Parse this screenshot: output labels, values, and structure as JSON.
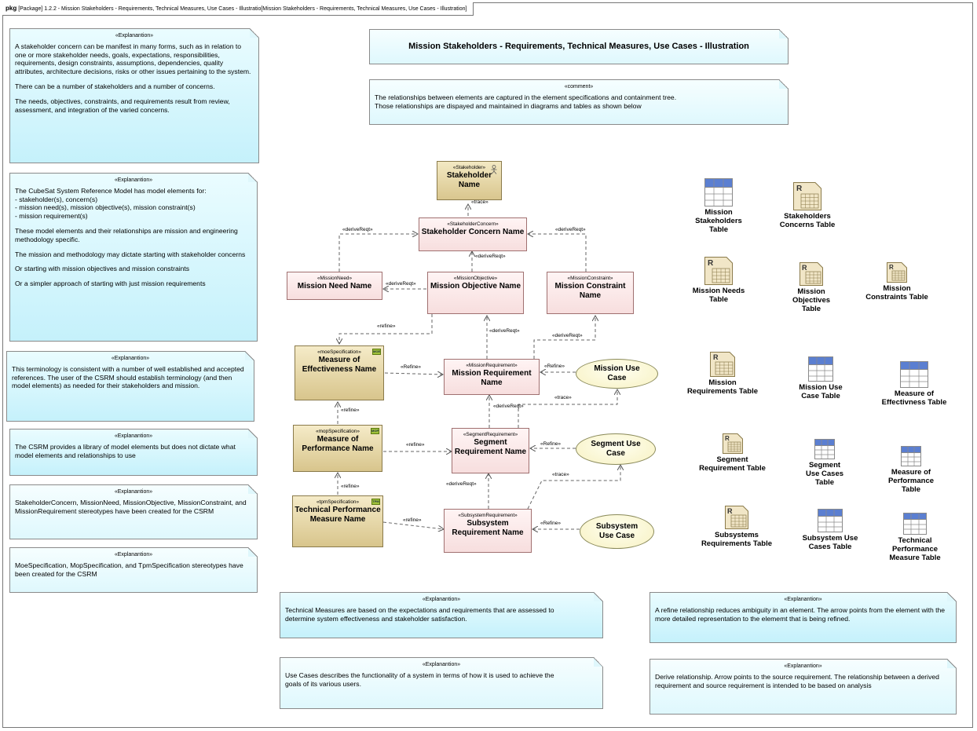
{
  "frame": {
    "kind": "pkg",
    "header": "[Package] 1.2.2 - Mission Stakeholders - Requirements, Technical Measures, Use Cases - Illustratio[Mission Stakeholders - Requirements, Technical Measures, Use Cases - Illustration]"
  },
  "title_note": "Mission Stakeholders - Requirements, Technical Measures, Use Cases - Illustration",
  "comment_note": {
    "stereotype": "«comment»",
    "line1": "The relationships between elements are captured in the element specifications and containment tree.",
    "line2": "Those relationships are dispayed and maintained in diagrams and tables as shown below"
  },
  "notes": {
    "n1": {
      "stereotype": "«Explanantion»",
      "p1": "A stakeholder concern can be manifest in many forms, such as in relation to one or more stakeholder needs, goals, expectations, responsibilities, requirements, design constraints, assumptions, dependencies, quality attributes, architecture decisions, risks or other issues pertaining to the system.",
      "p2": "There can be a number of stakeholders and a number of concerns.",
      "p3": "The needs, objectives, constraints, and requirements result from review, assessment, and integration of the varied concerns."
    },
    "n2": {
      "stereotype": "«Explanantion»",
      "p1": "The CubeSat System Reference Model has model elements for:",
      "b1": " - stakeholder(s), concern(s)",
      "b2": " - mission need(s), mission objective(s), mission constraint(s)",
      "b3": " - mission requirement(s)",
      "p2": "These model elements and their relationships are mission and engineering methodology specific.",
      "p3": "The mission and methodology may dictate starting with stakeholder concerns",
      "p4": "Or starting with mission objectives and mission constraints",
      "p5": "Or a simpler approach of starting with just mission requirements"
    },
    "n3": {
      "stereotype": "«Explanantion»",
      "p1": "This terminology is consistent with a number of well established and accepted references.  The user of the CSRM should establish terminology (and then model elements) as needed for their stakeholders and mission."
    },
    "n4": {
      "stereotype": "«Explanantion»",
      "p1": "The CSRM provides a library of model elements but does not dictate what model elements and relationships to use"
    },
    "n5": {
      "stereotype": "«Explanantion»",
      "p1": "StakeholderConcern, MissionNeed, MissionObjective, MissionConstraint, and MissionRequirement stereotypes have been created for the CSRM"
    },
    "n6": {
      "stereotype": "«Explanantion»",
      "p1": "MoeSpecification, MopSpecification, and TpmSpecification stereotypes have been created for the CSRM"
    },
    "n7": {
      "stereotype": "«Explanantion»",
      "p1": "Technical Measures are based on the expectations and requirements that are assessed to determine system effectiveness and stakeholder satisfaction."
    },
    "n8": {
      "stereotype": "«Explanantion»",
      "p1": "Use Cases describes the functionality of a system in terms of how it is used to achieve the goals of its various users."
    },
    "n9": {
      "stereotype": "«Explanantion»",
      "p1": "A refine relationship reduces ambiguity in an element.  The arrow points from the  element with the more detailed representation to the elememt that is being refined."
    },
    "n10": {
      "stereotype": "«Explanantion»",
      "p1": "Derive relationship.  Arrow points to the source requirement.  The relationship between a derived requirement and source requirement is intended to be based on analysis"
    }
  },
  "blocks": {
    "stakeholder": {
      "stereotype": "«Stakeholder»",
      "name": "Stakeholder Name"
    },
    "concern": {
      "stereotype": "«StakeholderConcern»",
      "name": "Stakeholder Concern Name"
    },
    "need": {
      "stereotype": "«MissionNeed»",
      "name": "Mission Need Name"
    },
    "objective": {
      "stereotype": "«MissionObjective»",
      "name": "Mission Objective Name"
    },
    "constraint": {
      "stereotype": "«MissionConstraint»",
      "name": "Mission Constraint Name"
    },
    "moe": {
      "stereotype": "«moeSpecification»",
      "name": "Measure of Effectiveness Name",
      "badge": "MOE"
    },
    "mission_req": {
      "stereotype": "«MissionRequirement»",
      "name": "Mission Requirement Name"
    },
    "mop": {
      "stereotype": "«mopSpecification»",
      "name": "Measure of Performance Name",
      "badge": "MOP"
    },
    "segment_req": {
      "stereotype": "«SegmentRequirement»",
      "name": "Segment Requirement Name"
    },
    "tpm": {
      "stereotype": "«tpmSpecification»",
      "name": "Technical Performance Measure Name",
      "badge": "TPM"
    },
    "subsystem_req": {
      "stereotype": "«SubsystemRequirement»",
      "name": "Subsystem Requirement Name"
    }
  },
  "use_cases": {
    "mission": "Mission Use Case",
    "segment": "Segment Use Case",
    "subsystem": "Subsystem Use Case"
  },
  "relations": {
    "trace": "«trace»",
    "derive": "«deriveReqt»",
    "refine_lc": "«refine»",
    "refine_uc": "«Refine»"
  },
  "tables": {
    "t1": "Mission Stakeholders Table",
    "t2": "Stakeholders Concerns Table",
    "t3": "Mission Needs Table",
    "t4": "Mission Objectives Table",
    "t5": "Mission Constraints Table",
    "t6": "Mission Requirements Table",
    "t7": "Mission Use Case Table",
    "t8": "Measure of Effectivness Table",
    "t9": "Segment Requirement Table",
    "t10": "Segment Use Cases Table",
    "t11": "Measure of Performance Table",
    "t12": "Subsystems Requirements Table",
    "t13": "Subsystem Use Cases Table",
    "t14": "Technical Performance Measure Table"
  },
  "colors": {
    "note": "#c5f1fb",
    "requirement": "#f7dede",
    "measure": "#d8c58c",
    "usecase": "#f7f1c2",
    "table_header": "#5b7fd1",
    "table_grid": "#b89a4a"
  }
}
